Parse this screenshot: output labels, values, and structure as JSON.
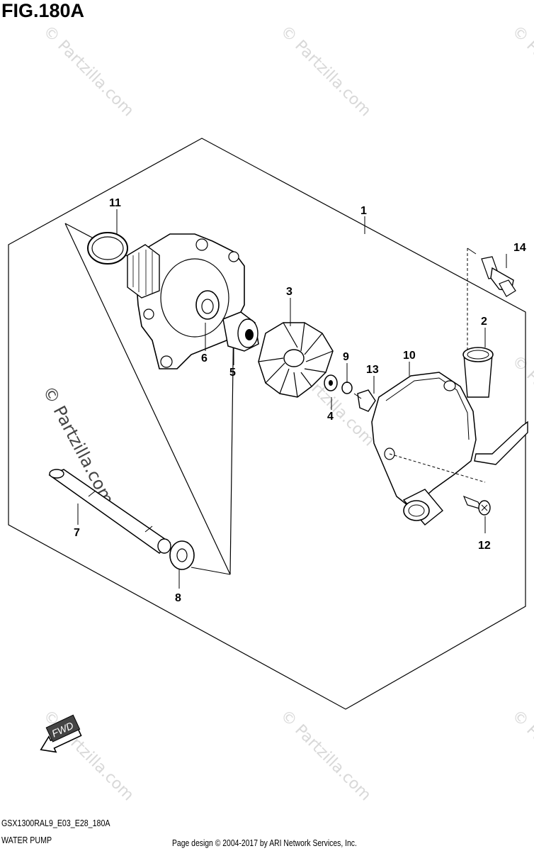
{
  "figure": {
    "title": "FIG.180A"
  },
  "footer": {
    "code": "GSX1300RAL9_E03_E28_180A",
    "name": "WATER PUMP",
    "copyright": "Page design © 2004-2017 by ARI Network Services, Inc."
  },
  "watermark": {
    "text": "© Partzilla.com"
  },
  "direction_badge": {
    "label": "FWD"
  },
  "callouts": [
    "1",
    "2",
    "3",
    "4",
    "5",
    "6",
    "7",
    "8",
    "9",
    "10",
    "11",
    "12",
    "13",
    "14"
  ]
}
